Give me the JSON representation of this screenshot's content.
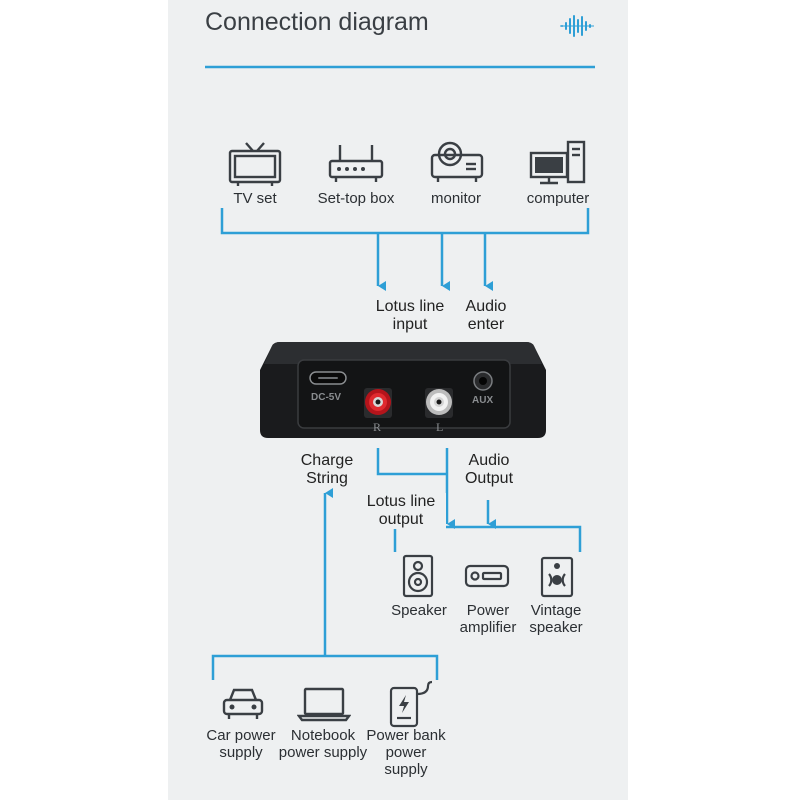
{
  "title": "Connection diagram",
  "colors": {
    "accent": "#2e9fd6",
    "panel": "#eef0f1",
    "device": "#1c1d1f"
  },
  "sources": [
    {
      "label": "TV set",
      "icon": "tv-icon"
    },
    {
      "label": "Set-top box",
      "icon": "router-icon"
    },
    {
      "label": "monitor",
      "icon": "projector-icon"
    },
    {
      "label": "computer",
      "icon": "computer-icon"
    }
  ],
  "inputs": {
    "lotus_line_input": "Lotus line\ninput",
    "audio_enter": "Audio\nenter"
  },
  "device": {
    "dc_label": "DC-5V",
    "r_label": "R",
    "l_label": "L",
    "aux_label": "AUX"
  },
  "outputs": {
    "charge_string": "Charge\nString",
    "audio_output": "Audio\nOutput",
    "lotus_line_output": "Lotus line\noutput"
  },
  "speakers": [
    {
      "label": "Speaker",
      "icon": "speaker-icon"
    },
    {
      "label": "Power\namplifier",
      "icon": "amplifier-icon"
    },
    {
      "label": "Vintage\nspeaker",
      "icon": "vintage-speaker-icon"
    }
  ],
  "power": [
    {
      "label": "Car power\nsupply",
      "icon": "car-icon"
    },
    {
      "label": "Notebook\npower supply",
      "icon": "laptop-icon"
    },
    {
      "label": "Power bank\npower\nsupply",
      "icon": "power-bank-icon"
    }
  ]
}
